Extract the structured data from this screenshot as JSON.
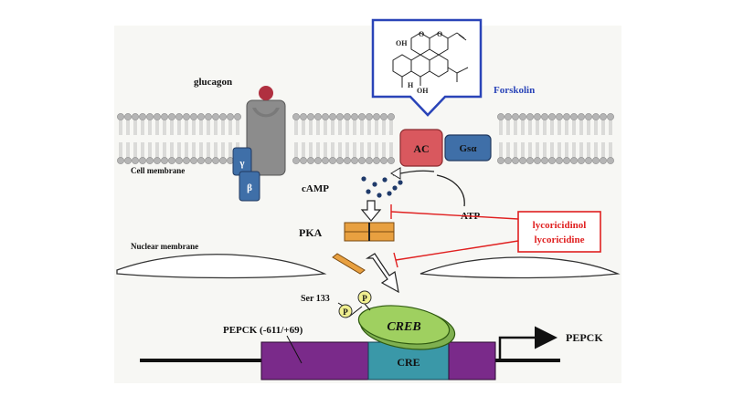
{
  "labels": {
    "glucagon": "glucagon",
    "cell_membrane": "Cell membrane",
    "nuclear_membrane": "Nuclear membrane",
    "forskolin": "Forskolin",
    "ac": "AC",
    "gs_alpha": "Gsα",
    "gamma": "γ",
    "beta": "β",
    "camp": "cAMP",
    "atp": "ATP",
    "pka": "PKA",
    "inhibitor_1": "lycoricidinol",
    "inhibitor_2": "lycoricidine",
    "ser133": "Ser 133",
    "phospho": "P",
    "creb": "CREB",
    "cre": "CRE",
    "promoter": "PEPCK (-611/+69)",
    "gene_output": "PEPCK",
    "structure_labels": {
      "oh_top": "OH",
      "o_top": "O",
      "oh_bottom": "OH",
      "h": "H",
      "o_ring": "O"
    }
  },
  "colors": {
    "background_panel": "#f7f7f4",
    "membrane_head": "#b5b5b5",
    "receptor": "#8c8c8c",
    "glucagon_ligand": "#b03040",
    "ac_fill": "#d9585e",
    "gs_fill": "#3f6fa8",
    "g_subunit_fill": "#3f6fa8",
    "callout_border": "#2a44b8",
    "forskolin_text": "#2a44b8",
    "inhibitor_color": "#e02020",
    "pka_fill": "#e8a040",
    "creb_fill": "#9fd060",
    "cre_fill": "#3a98a8",
    "gene_box_fill": "#7a2a8a",
    "camp_dots": "#1f3a6a"
  }
}
